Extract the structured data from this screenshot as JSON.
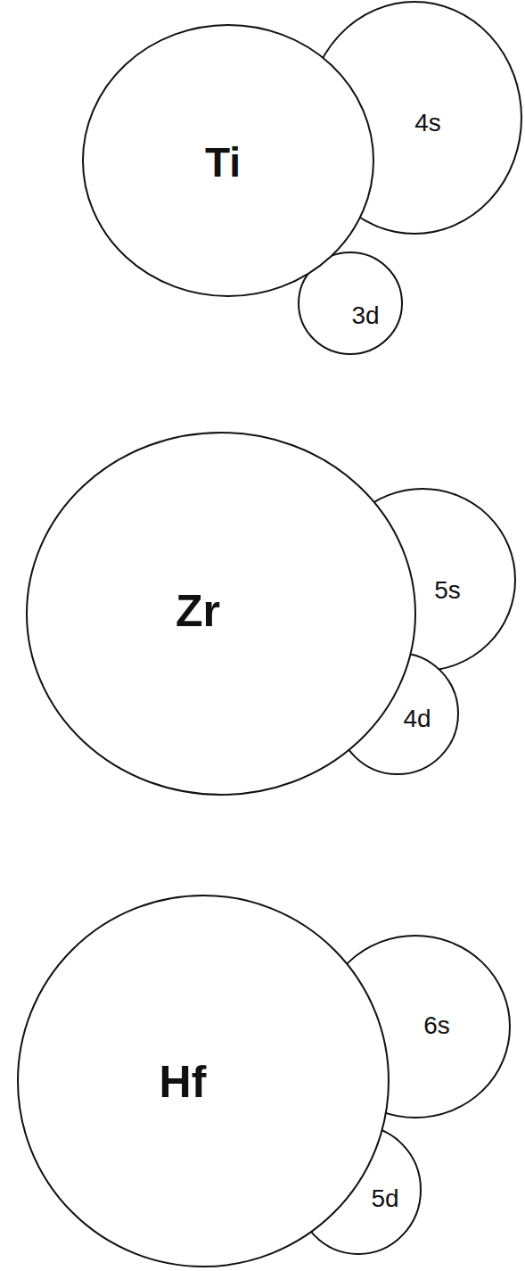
{
  "diagram": {
    "nodes": [
      {
        "text": [
          "Ti"
        ]
      },
      {
        "text": [
          "4s"
        ]
      },
      {
        "text": [
          "3d"
        ]
      },
      {
        "text": [
          "Zr"
        ]
      },
      {
        "text": [
          "5s"
        ]
      },
      {
        "text": [
          "4d"
        ]
      },
      {
        "text": [
          "Hf"
        ]
      },
      {
        "text": [
          "6s"
        ]
      },
      {
        "text": [
          "5d"
        ]
      }
    ]
  }
}
